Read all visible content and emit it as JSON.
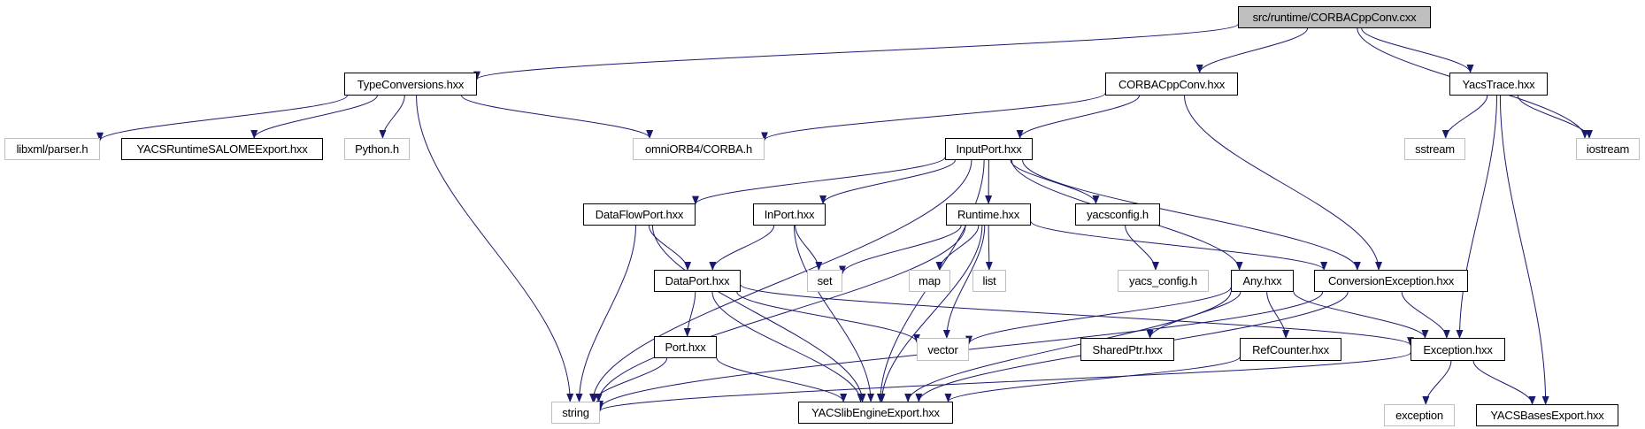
{
  "diagram": {
    "type": "include-dependency-graph",
    "colors": {
      "edge": "#191970",
      "node_border": "#000000",
      "external_border": "#bfbfbf",
      "root_fill": "#bfbfbf"
    },
    "nodes": [
      {
        "id": "root",
        "label": "src/runtime/CORBACppConv.cxx",
        "kind": "root"
      },
      {
        "id": "typeconv",
        "label": "TypeConversions.hxx",
        "kind": "internal"
      },
      {
        "id": "corbacppconv_h",
        "label": "CORBACppConv.hxx",
        "kind": "internal"
      },
      {
        "id": "yacstrace",
        "label": "YacsTrace.hxx",
        "kind": "internal"
      },
      {
        "id": "libxml",
        "label": "libxml/parser.h",
        "kind": "external"
      },
      {
        "id": "yacsruntimesalome",
        "label": "YACSRuntimeSALOMEExport.hxx",
        "kind": "internal"
      },
      {
        "id": "python",
        "label": "Python.h",
        "kind": "external"
      },
      {
        "id": "omniorb",
        "label": "omniORB4/CORBA.h",
        "kind": "external"
      },
      {
        "id": "inputport",
        "label": "InputPort.hxx",
        "kind": "internal"
      },
      {
        "id": "sstream",
        "label": "sstream",
        "kind": "external"
      },
      {
        "id": "iostream",
        "label": "iostream",
        "kind": "external"
      },
      {
        "id": "dataflowport",
        "label": "DataFlowPort.hxx",
        "kind": "internal"
      },
      {
        "id": "inport",
        "label": "InPort.hxx",
        "kind": "internal"
      },
      {
        "id": "runtime",
        "label": "Runtime.hxx",
        "kind": "internal"
      },
      {
        "id": "yacsconfig",
        "label": "yacsconfig.h",
        "kind": "internal"
      },
      {
        "id": "dataport",
        "label": "DataPort.hxx",
        "kind": "internal"
      },
      {
        "id": "set",
        "label": "set",
        "kind": "external"
      },
      {
        "id": "map",
        "label": "map",
        "kind": "external"
      },
      {
        "id": "list",
        "label": "list",
        "kind": "external"
      },
      {
        "id": "yacs_config",
        "label": "yacs_config.h",
        "kind": "external"
      },
      {
        "id": "any",
        "label": "Any.hxx",
        "kind": "internal"
      },
      {
        "id": "convexc",
        "label": "ConversionException.hxx",
        "kind": "internal"
      },
      {
        "id": "port",
        "label": "Port.hxx",
        "kind": "internal"
      },
      {
        "id": "vector",
        "label": "vector",
        "kind": "external"
      },
      {
        "id": "sharedptr",
        "label": "SharedPtr.hxx",
        "kind": "internal"
      },
      {
        "id": "refcounter",
        "label": "RefCounter.hxx",
        "kind": "internal"
      },
      {
        "id": "exception_h",
        "label": "Exception.hxx",
        "kind": "internal"
      },
      {
        "id": "string",
        "label": "string",
        "kind": "external"
      },
      {
        "id": "yacslibengine",
        "label": "YACSlibEngineExport.hxx",
        "kind": "internal"
      },
      {
        "id": "exception",
        "label": "exception",
        "kind": "external"
      },
      {
        "id": "yacsbases",
        "label": "YACSBasesExport.hxx",
        "kind": "internal"
      }
    ],
    "edges": [
      [
        "root",
        "typeconv"
      ],
      [
        "root",
        "corbacppconv_h"
      ],
      [
        "root",
        "yacstrace"
      ],
      [
        "root",
        "iostream"
      ],
      [
        "typeconv",
        "libxml"
      ],
      [
        "typeconv",
        "yacsruntimesalome"
      ],
      [
        "typeconv",
        "python"
      ],
      [
        "typeconv",
        "omniorb"
      ],
      [
        "typeconv",
        "string"
      ],
      [
        "corbacppconv_h",
        "omniorb"
      ],
      [
        "corbacppconv_h",
        "inputport"
      ],
      [
        "corbacppconv_h",
        "convexc"
      ],
      [
        "yacstrace",
        "sstream"
      ],
      [
        "yacstrace",
        "iostream"
      ],
      [
        "yacstrace",
        "exception_h"
      ],
      [
        "yacstrace",
        "yacsbases"
      ],
      [
        "inputport",
        "string"
      ],
      [
        "inputport",
        "dataflowport"
      ],
      [
        "inputport",
        "inport"
      ],
      [
        "inputport",
        "yacslibengine"
      ],
      [
        "inputport",
        "runtime"
      ],
      [
        "inputport",
        "yacsconfig"
      ],
      [
        "inputport",
        "any"
      ],
      [
        "inputport",
        "convexc"
      ],
      [
        "dataflowport",
        "string"
      ],
      [
        "dataflowport",
        "yacslibengine"
      ],
      [
        "dataflowport",
        "dataport"
      ],
      [
        "inport",
        "dataport"
      ],
      [
        "inport",
        "set"
      ],
      [
        "inport",
        "yacslibengine"
      ],
      [
        "runtime",
        "string"
      ],
      [
        "runtime",
        "set"
      ],
      [
        "runtime",
        "map"
      ],
      [
        "runtime",
        "list"
      ],
      [
        "runtime",
        "vector"
      ],
      [
        "runtime",
        "yacslibengine"
      ],
      [
        "runtime",
        "convexc"
      ],
      [
        "yacsconfig",
        "yacs_config"
      ],
      [
        "dataport",
        "port"
      ],
      [
        "dataport",
        "vector"
      ],
      [
        "dataport",
        "yacslibengine"
      ],
      [
        "dataport",
        "exception_h"
      ],
      [
        "port",
        "string"
      ],
      [
        "port",
        "yacslibengine"
      ],
      [
        "any",
        "vector"
      ],
      [
        "any",
        "sharedptr"
      ],
      [
        "any",
        "refcounter"
      ],
      [
        "any",
        "yacslibengine"
      ],
      [
        "any",
        "exception_h"
      ],
      [
        "convexc",
        "exception_h"
      ],
      [
        "convexc",
        "string"
      ],
      [
        "convexc",
        "yacslibengine"
      ],
      [
        "refcounter",
        "yacslibengine"
      ],
      [
        "exception_h",
        "string"
      ],
      [
        "exception_h",
        "exception"
      ],
      [
        "exception_h",
        "yacsbases"
      ]
    ]
  }
}
